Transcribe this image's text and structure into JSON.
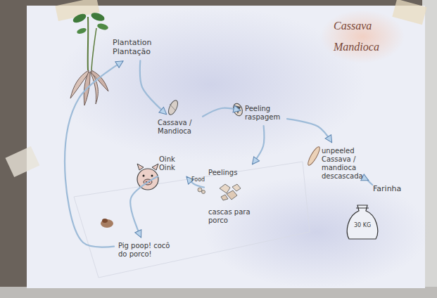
{
  "diagram": {
    "title": "Cassava Mandioca",
    "nodes": [
      {
        "text": [
          "Plantation Plantação"
        ]
      },
      {
        "text": [
          "Cassava / Mandioca"
        ]
      },
      {
        "text": [
          "Peeling raspagem"
        ]
      },
      {
        "text": [
          "unpeeled Cassava / mandioca descascada"
        ]
      },
      {
        "text": [
          "Farinha"
        ]
      },
      {
        "text": [
          "Peelings",
          "cascas para porco"
        ]
      },
      {
        "text": [
          "Oink Oink"
        ]
      },
      {
        "text": [
          "Pig poop! cocô do porco!"
        ]
      }
    ],
    "edges": [
      {
        "from": 0,
        "to": 1,
        "arrow": "to"
      },
      {
        "from": 1,
        "to": 2,
        "arrow": "to"
      },
      {
        "from": 2,
        "to": 3,
        "arrow": "to"
      },
      {
        "from": 3,
        "to": 4,
        "arrow": "to"
      },
      {
        "from": 2,
        "to": 5,
        "arrow": "to"
      },
      {
        "from": 5,
        "to": 6,
        "arrow": "to"
      },
      {
        "from": 6,
        "to": 7,
        "arrow": "to"
      },
      {
        "from": 7,
        "to": 0,
        "arrow": "to"
      }
    ],
    "labels": [
      "Food",
      "30 KG"
    ]
  }
}
